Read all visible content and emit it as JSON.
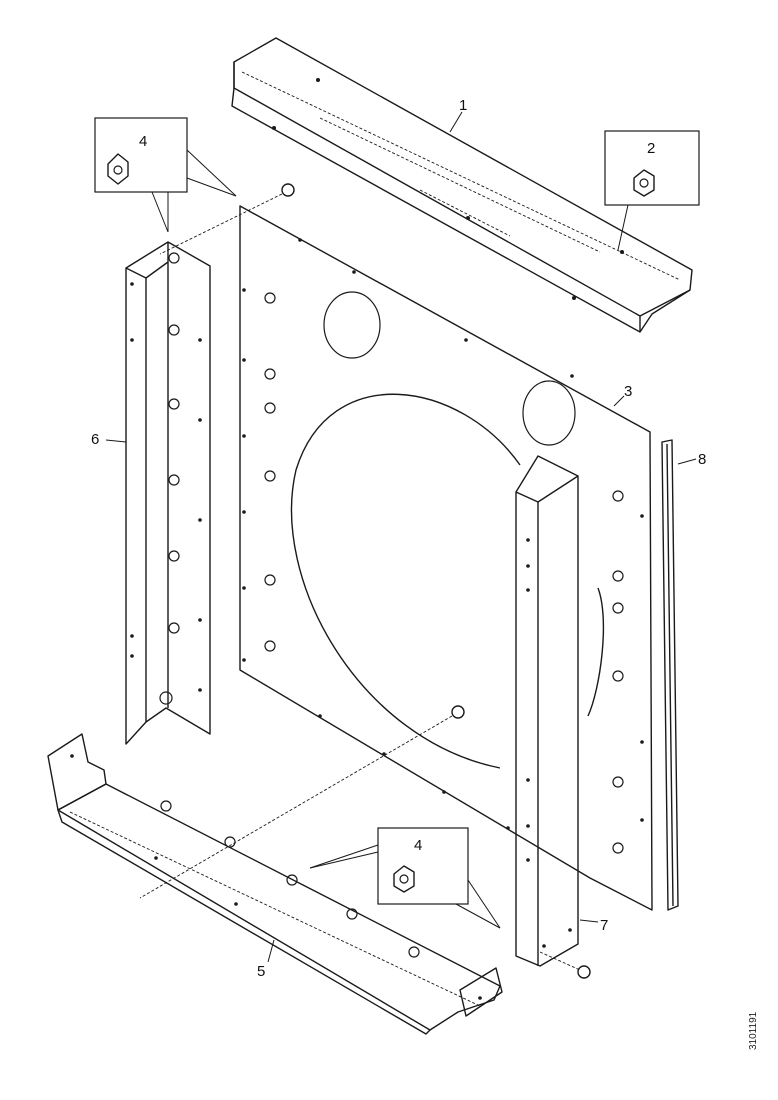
{
  "callouts": {
    "c1": "1",
    "c2": "2",
    "c3": "3",
    "c4a": "4",
    "c4b": "4",
    "c5": "5",
    "c6": "6",
    "c7": "7",
    "c8": "8"
  },
  "drawing_id": "3101191",
  "colors": {
    "line": "#1a1a1a",
    "background": "#ffffff"
  }
}
